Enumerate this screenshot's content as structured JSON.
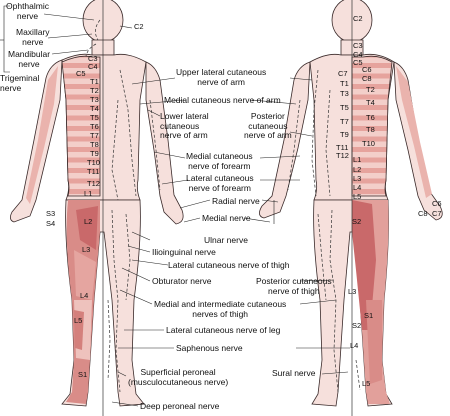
{
  "labels": {
    "ophthalmic": "Ophthalmic\nnerve",
    "maxillary": "Maxillary\nnerve",
    "mandibular": "Mandibular\nnerve",
    "trigeminal": "Trigeminal\nnerve",
    "upper_lateral_arm": "Upper lateral cutaneous\nnerve of arm",
    "medial_arm": "Medial cutaneous nerve of arm",
    "lower_lateral_arm": "Lower lateral\ncutaneous\nnerve of arm",
    "posterior_arm": "Posterior\ncutaneous\nnerve of arm",
    "medial_forearm": "Medial cutaneous\nnerve of forearm",
    "lateral_forearm": "Lateral cutaneous\nnerve of forearm",
    "radial": "Radial nerve",
    "median": "Medial nerve",
    "ulnar": "Ulnar nerve",
    "ilioinguinal": "Ilioinguinal nerve",
    "lateral_thigh": "Lateral cutaneous nerve of thigh",
    "obturator": "Obturator nerve",
    "posterior_thigh": "Posterior cutaneous\nnerve of thigh",
    "medial_intermediate_thigh": "Medial and intermediate cutaneous\nnerves of thigh",
    "lateral_leg": "Lateral cutaneous nerve of leg",
    "saphenous": "Saphenous nerve",
    "superficial_peroneal": "Superficial peroneal\n(musculocutaneous nerve)",
    "sural": "Sural nerve",
    "deep_peroneal": "Deep peroneal nerve"
  },
  "dermatomes": {
    "front_c2": "C2",
    "front_c3": "C3",
    "front_c4": "C4",
    "front_c5": "C5",
    "front_t1": "T1",
    "front_t2": "T2",
    "front_t3": "T3",
    "front_t4": "T4",
    "front_t5": "T5",
    "front_t6": "T6",
    "front_t7": "T7",
    "front_t8": "T8",
    "front_t9": "T9",
    "front_t10": "T10",
    "front_t11": "T11",
    "front_t12": "T12",
    "front_l1": "L1",
    "front_s3": "S3",
    "front_s4": "S4",
    "front_l2": "L2",
    "front_l3": "L3",
    "front_l4": "L4",
    "front_l5": "L5",
    "front_s1": "S1",
    "back_c2": "C2",
    "back_c3": "C3",
    "back_c4": "C4",
    "back_c5": "C5",
    "back_c6": "C6",
    "back_c7": "C7",
    "back_c8": "C8",
    "back_t1": "T1",
    "back_t2": "T2",
    "back_t3": "T3",
    "back_t4": "T4",
    "back_t5": "T5",
    "back_t6": "T6",
    "back_t7": "T7",
    "back_t8": "T8",
    "back_t9": "T9",
    "back_t10": "T10",
    "back_t11": "T11",
    "back_t12": "T12",
    "back_l1": "L1",
    "back_l2": "L2",
    "back_l3": "L3",
    "back_l4": "L4",
    "back_l5": "L5",
    "back_s2": "S2",
    "back_s1": "S1",
    "back_hand_c8": "C8",
    "back_hand_c6": "C6",
    "back_hand_c7": "C7"
  },
  "colors": {
    "skin": "#f6e0dc",
    "band": "#e7a9a3",
    "band_dark": "#c9696a",
    "outline": "#3a2a2a"
  }
}
